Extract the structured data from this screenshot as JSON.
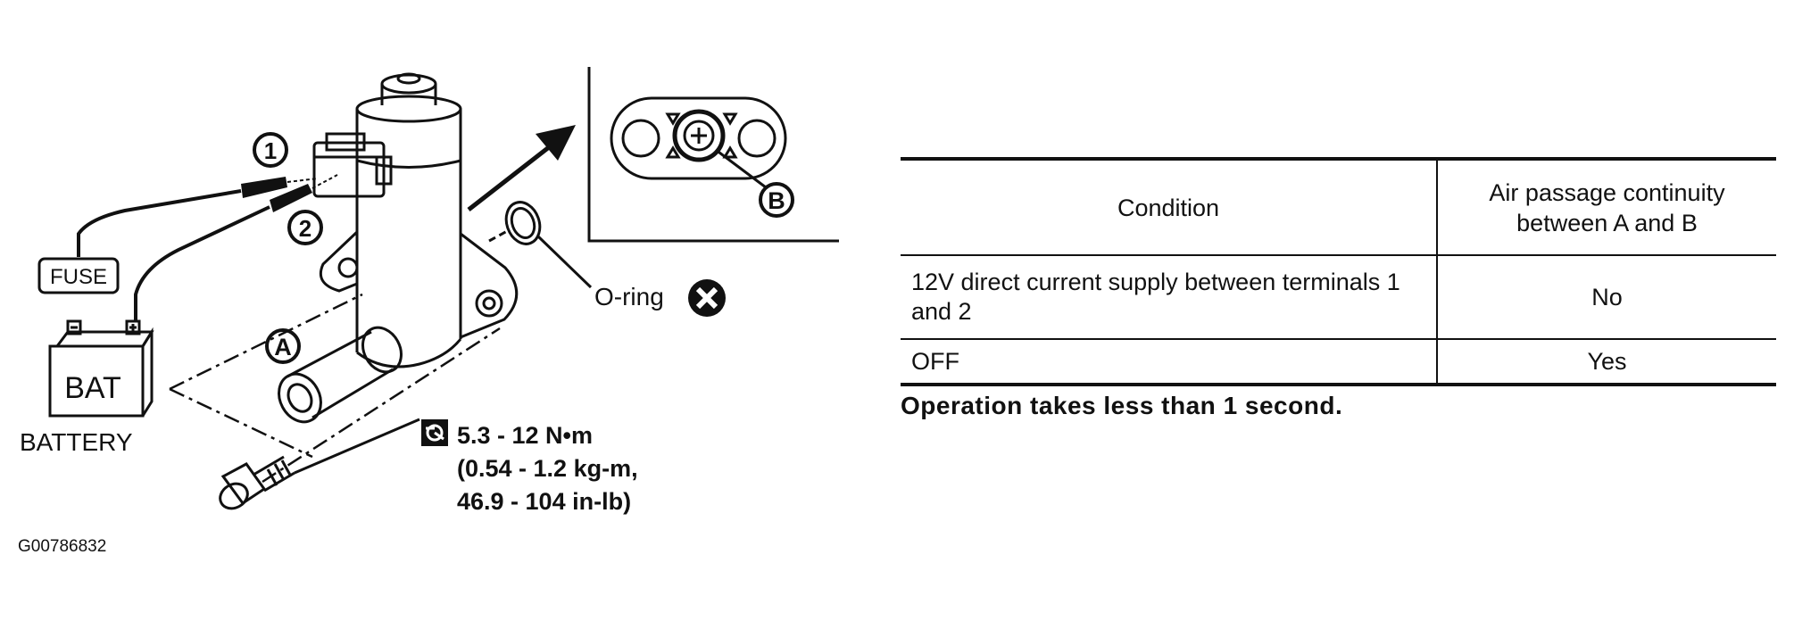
{
  "diagram": {
    "callout_1": "1",
    "callout_2": "2",
    "callout_a": "A",
    "callout_b": "B",
    "fuse": "FUSE",
    "bat": "BAT",
    "battery": "BATTERY",
    "oring": "O-ring",
    "torque": [
      "5.3 - 12 N•m",
      "(0.54 - 1.2 kg-m,",
      "46.9 - 104 in-lb)"
    ],
    "icons": [
      "solenoid-valve",
      "connector",
      "battery",
      "fuse",
      "gasket-port-view",
      "o-ring",
      "do-not-reuse-x",
      "bolt",
      "torque-wrench"
    ]
  },
  "figure_code": "G00786832",
  "table": {
    "headers": [
      "Condition",
      "Air passage continuity between A and B"
    ],
    "rows": [
      [
        "12V direct current supply between terminals 1 and 2",
        "No"
      ],
      [
        "OFF",
        "Yes"
      ]
    ]
  },
  "note": "Operation takes less than 1 second."
}
